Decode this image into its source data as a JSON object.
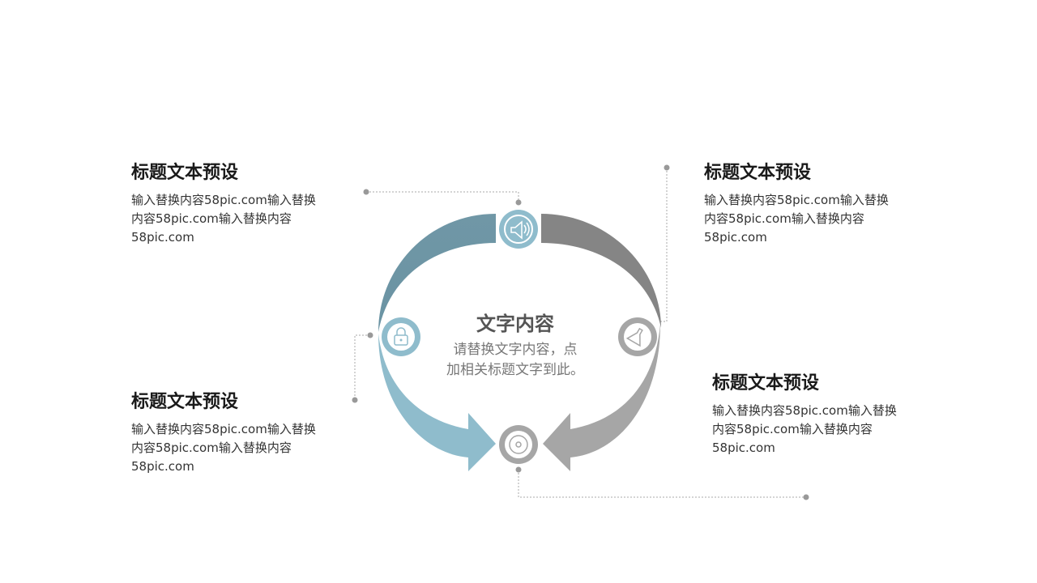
{
  "colors": {
    "blue_dark": "#7097a6",
    "blue_light": "#8fbccc",
    "gray_dark": "#858585",
    "gray_light": "#a6a6a6"
  },
  "center": {
    "title": "文字内容",
    "line1": "请替换文字内容，点",
    "line2": "加相关标题文字到此。"
  },
  "blocks": [
    {
      "title": "标题文本预设",
      "lines": [
        "输入替换内容58pic.com输入替换",
        "内容58pic.com输入替换内容",
        "58pic.com"
      ]
    },
    {
      "title": "标题文本预设",
      "lines": [
        "输入替换内容58pic.com输入替换",
        "内容58pic.com输入替换内容",
        "58pic.com"
      ]
    },
    {
      "title": "标题文本预设",
      "lines": [
        "输入替换内容58pic.com输入替换",
        "内容58pic.com输入替换内容",
        "58pic.com"
      ]
    },
    {
      "title": "标题文本预设",
      "lines": [
        "输入替换内容58pic.com输入替换",
        "内容58pic.com输入替换内容",
        "58pic.com"
      ]
    }
  ],
  "icons": [
    "speaker-icon",
    "lock-icon",
    "flask-icon",
    "disc-icon"
  ]
}
